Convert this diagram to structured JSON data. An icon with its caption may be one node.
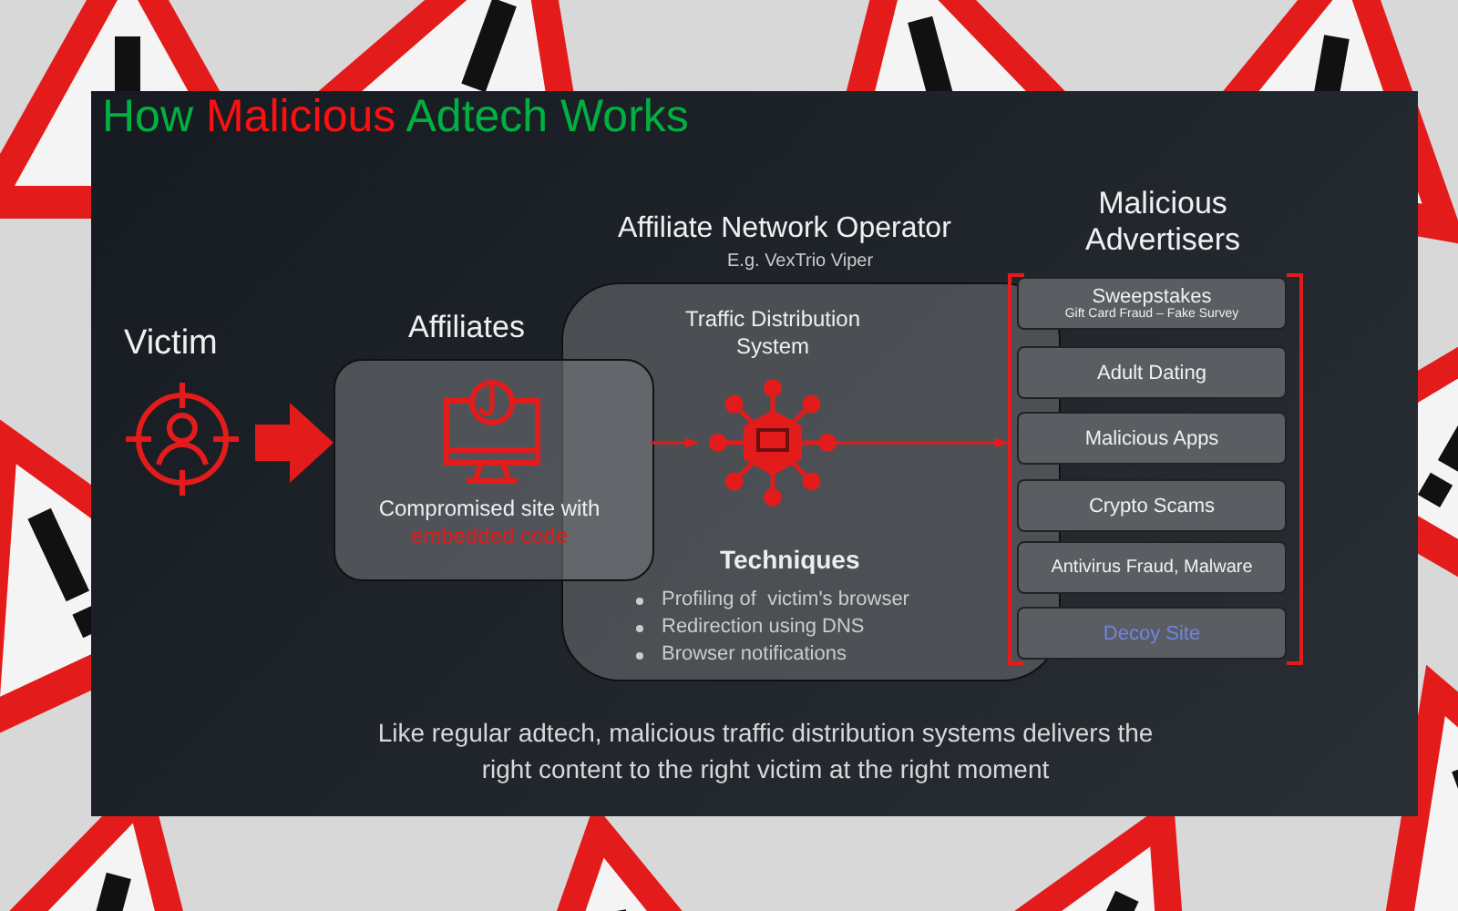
{
  "diagram": {
    "title": "How **Malicious** Adtech Works",
    "nodes": [
      {
        "text": [
          "Victim"
        ]
      },
      {
        "text": [
          "Affiliates",
          "Compromised site with **embedded code**"
        ]
      },
      {
        "text": [
          "Affiliate Network Operator",
          "E.g. VexTrio Viper",
          "Techniques",
          "Profiling of  victim's browser",
          "Redirection using DNS",
          "Browser notifications"
        ]
      },
      {
        "text": [
          "Traffic Distribution System"
        ],
        "in": 2
      },
      {
        "text": [
          "Malicious Advertisers"
        ]
      },
      {
        "text": [
          "Sweepstakes",
          "Gift Card Fraud – Fake Survey"
        ],
        "in": 4
      },
      {
        "text": [
          "Adult Dating"
        ],
        "in": 4
      },
      {
        "text": [
          "Malicious Apps"
        ],
        "in": 4
      },
      {
        "text": [
          "Crypto Scams"
        ],
        "in": 4
      },
      {
        "text": [
          "Antivirus Fraud, Malware"
        ],
        "in": 4
      },
      {
        "text": [
          "Decoy Site"
        ],
        "in": 4
      }
    ],
    "edges": [
      {
        "from": 0,
        "to": 1,
        "arrow": "to",
        "style": "thick"
      },
      {
        "from": 1,
        "to": 3,
        "arrow": "to"
      },
      {
        "from": 3,
        "to": 4,
        "arrow": "to"
      }
    ],
    "caption": "Like regular adtech, malicious traffic distribution systems delivers the right content to the right victim at the right moment"
  }
}
